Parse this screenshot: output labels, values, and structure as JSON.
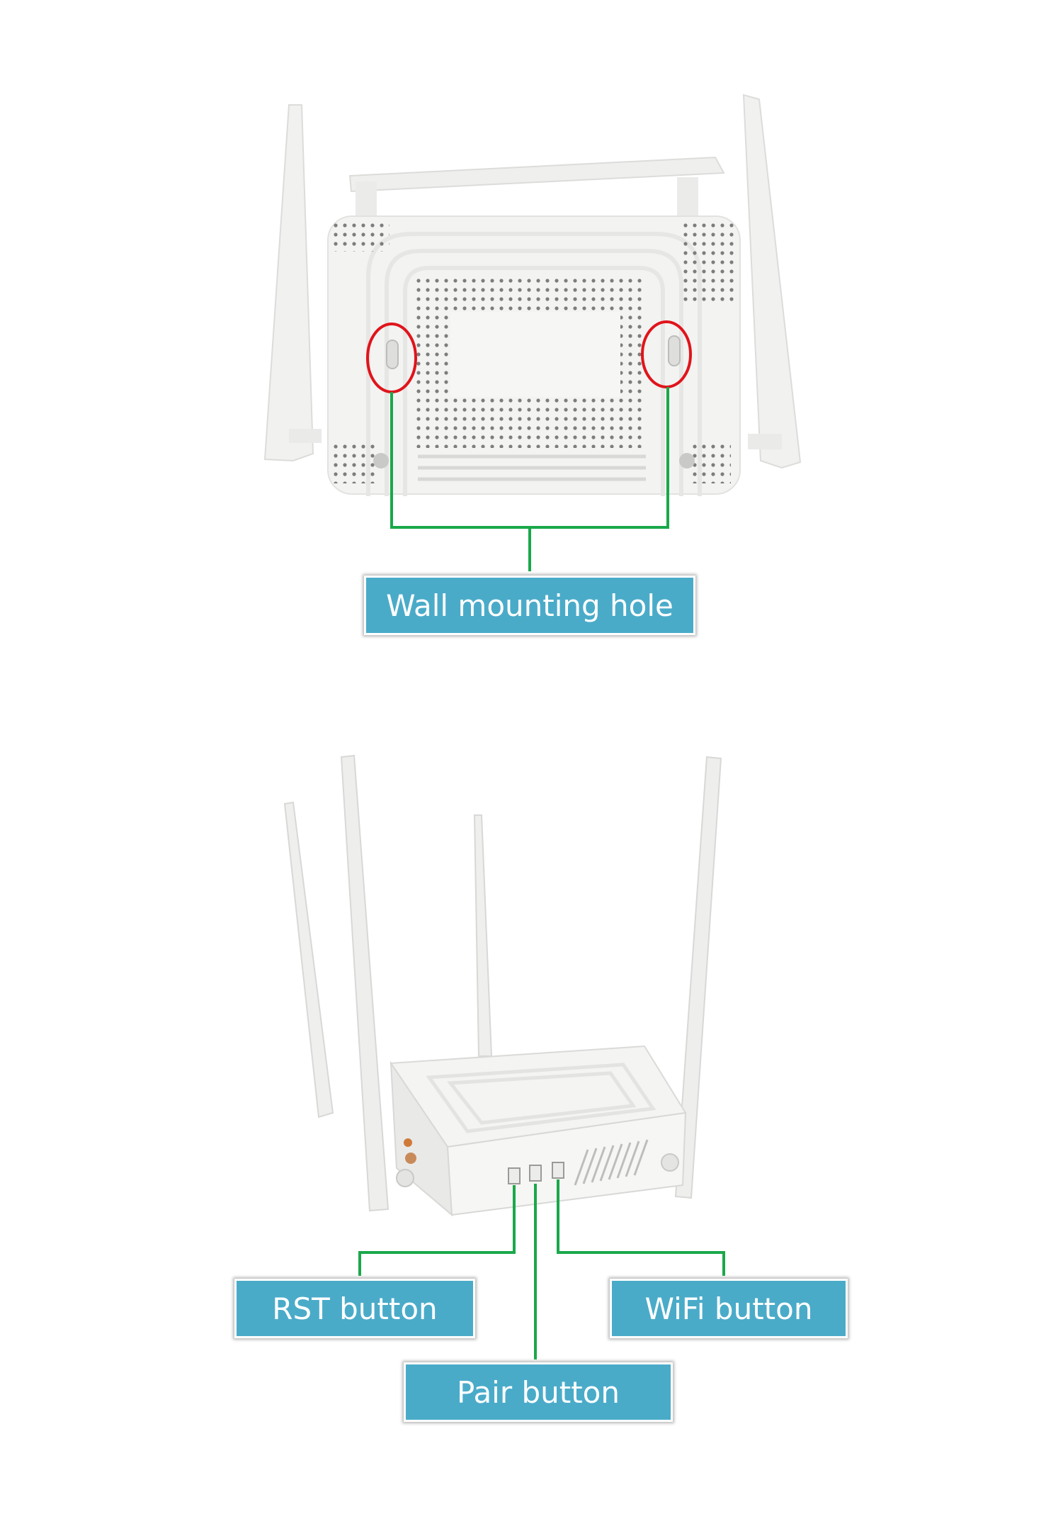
{
  "labels": {
    "wall_mounting_hole": "Wall mounting hole",
    "rst_button": "RST button",
    "wifi_button": "WiFi button",
    "pair_button": "Pair button"
  },
  "colors": {
    "label_background": "#4aabc9",
    "label_text": "#ffffff",
    "connector_line": "#1aa84a",
    "highlight_circle": "#e0141b",
    "router_body": "#f3f3f1"
  },
  "icons": {
    "top_image": "router-underside-icon",
    "bottom_image": "router-rear-view-icon"
  }
}
